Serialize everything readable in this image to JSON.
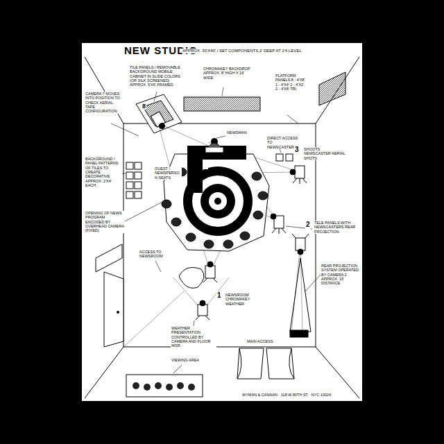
{
  "diagram": {
    "title": "NEW STUDIO",
    "labels": [
      "APPROX. 30'X40' / SET COMPONENTS 2' DEEP AT 2'4 LEVEL",
      "TILE PANELS / REMOVABLE BACKGROUND MOBILE CABINET IN SLIDE COLORS (OR SILK SCREENED) APPROX. 5'X6' FRAMED",
      "CHROMAKEY BACKDROP APPROX. 8' HIGH X 16' WIDE",
      "PLATFORM PANELS 8 - 4'X8' 1 - 4'X4' 2 - 4'X2' 2 - 4'X8' TRI.",
      "CAMERA 7 MOVES INTO POSITION TO CHECK AERIAL TAPE CONFIGURATION",
      "8",
      "BACKGROUND / PANEL PATTERNS OF TILES TO CREATE DECORATIVE APPROX. 2'X4' EACH",
      "NEWSMAN",
      "GUEST / NEWSPERSON SEATS",
      "DIRECT ACCESS TO NEWSCASTERS",
      "3",
      "SHOOTS NEWSCASTER AERIAL SHOTS",
      "OPENING OF NEWS PROGRAM ENCODED BY OVERHEAD CAMERA (FIXED)",
      "2",
      "TELE PANELS WITH NEWSCASTERS REAR PROJECTION",
      "ACCESS TO NEWSROOM",
      "1",
      "NEWSROOM CHROMAKEY WEATHER",
      "REAR PROJECTION SYSTEM OPERATED BY CAMERA 2 APPROX. 15' DISTANCE",
      "WEATHER PRESENTATION CONTROLLED BY CAMERA AND FLOOR MGR.",
      "MAIN ACCESS",
      "VIEWING AREA",
      "WYMAN & CANNAN · 118 W 80TH ST · NYC 10024"
    ]
  }
}
